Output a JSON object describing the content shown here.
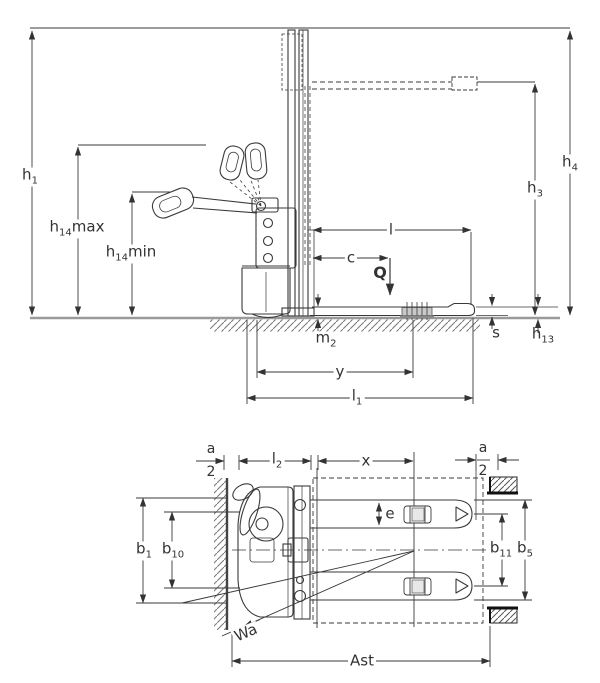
{
  "side_view": {
    "h1": {
      "base": "h",
      "sub": "1"
    },
    "h14max": {
      "base": "h",
      "sub": "14",
      "suffix": "max"
    },
    "h14min": {
      "base": "h",
      "sub": "14",
      "suffix": "min"
    },
    "h3": {
      "base": "h",
      "sub": "3"
    },
    "h4": {
      "base": "h",
      "sub": "4"
    },
    "l": {
      "base": "l"
    },
    "c": {
      "base": "c"
    },
    "Q": {
      "base": "Q"
    },
    "m2": {
      "base": "m",
      "sub": "2"
    },
    "s": {
      "base": "s"
    },
    "h13": {
      "base": "h",
      "sub": "13"
    },
    "y": {
      "base": "y"
    },
    "l1": {
      "base": "l",
      "sub": "1"
    }
  },
  "top_view": {
    "a_half_left": {
      "numerator": "a",
      "denominator": "2"
    },
    "l2": {
      "base": "l",
      "sub": "2"
    },
    "x": {
      "base": "x"
    },
    "a_half_right": {
      "numerator": "a",
      "denominator": "2"
    },
    "e": {
      "base": "e"
    },
    "b1": {
      "base": "b",
      "sub": "1"
    },
    "b10": {
      "base": "b",
      "sub": "10"
    },
    "b11": {
      "base": "b",
      "sub": "11"
    },
    "b5": {
      "base": "b",
      "sub": "5"
    },
    "wa": {
      "base": "Wa"
    },
    "ast": {
      "base": "Ast"
    }
  },
  "colors": {
    "line": "#3a3a3a",
    "ground": "#9a9a9a",
    "hatch": "#787878",
    "label": "#333333",
    "background": "#ffffff"
  }
}
